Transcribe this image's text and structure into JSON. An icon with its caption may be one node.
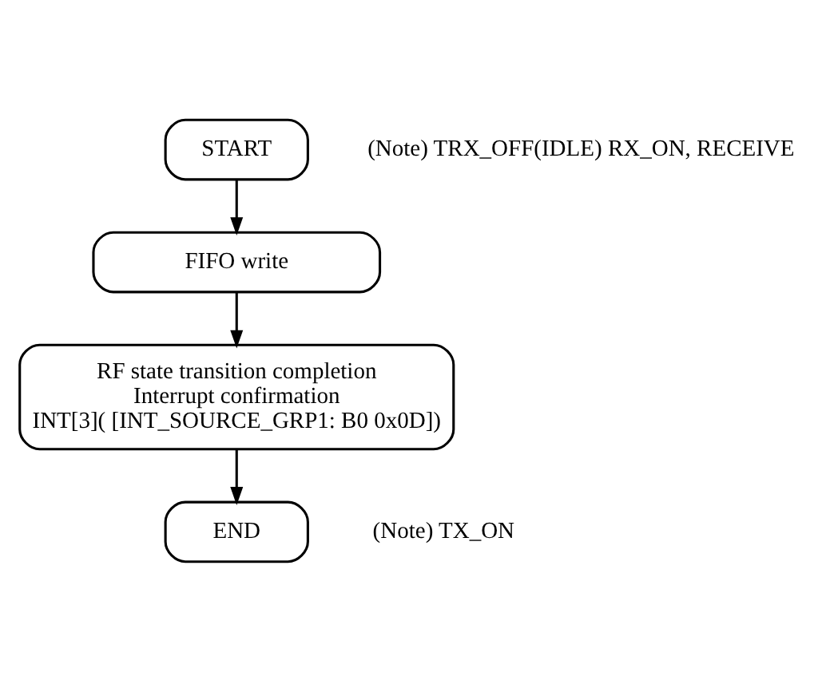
{
  "diagram": {
    "nodes": [
      {
        "text": [
          "START"
        ],
        "beside": [
          "(Note) TRX_OFF(IDLE) RX_ON, RECEIVE"
        ]
      },
      {
        "text": [
          "FIFO write"
        ]
      },
      {
        "text": [
          "RF state transition completion",
          "Interrupt confirmation",
          "INT[3]( [INT_SOURCE_GRP1: B0 0x0D])"
        ]
      },
      {
        "text": [
          "END"
        ],
        "beside": [
          "(Note) TX_ON"
        ]
      }
    ],
    "edges": [
      {
        "from": 0,
        "to": 1,
        "arrow": "to"
      },
      {
        "from": 1,
        "to": 2,
        "arrow": "to"
      },
      {
        "from": 2,
        "to": 3,
        "arrow": "to"
      }
    ]
  }
}
